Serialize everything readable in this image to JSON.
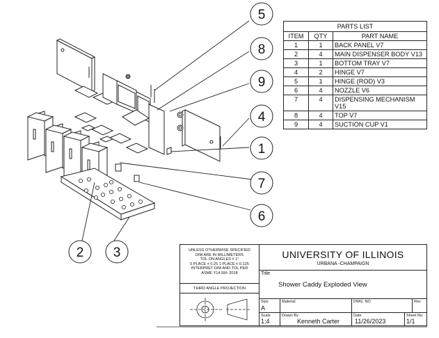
{
  "callouts": [
    "1",
    "2",
    "3",
    "4",
    "5",
    "6",
    "7",
    "8",
    "9"
  ],
  "parts_list": {
    "title": "PARTS LIST",
    "headers": [
      "ITEM",
      "QTY",
      "PART NAME"
    ],
    "rows": [
      [
        "1",
        "1",
        "BACK PANEL V7"
      ],
      [
        "2",
        "4",
        "MAIN DISPENSER BODY V13"
      ],
      [
        "3",
        "1",
        "BOTTOM TRAY V7"
      ],
      [
        "4",
        "2",
        "HINGE V7"
      ],
      [
        "5",
        "1",
        "HINGE (ROD) V3"
      ],
      [
        "6",
        "4",
        "NOZZLE V6"
      ],
      [
        "7",
        "4",
        "DISPENSING MECHANISM V15"
      ],
      [
        "8",
        "4",
        "TOP V7"
      ],
      [
        "9",
        "4",
        "SUCTION CUP V1"
      ]
    ]
  },
  "title_block": {
    "notes": [
      "UNLESS OTHERWISE SPECIFIED",
      "DIM ARE IN MILLIMETERS",
      "TOL ON ANGLES ± 1°",
      "0 PLACE ± 0.25 1 PLACE ± 0.125",
      "INTERPRET DIM AND TOL PER",
      "ASME Y14.5M- 2018"
    ],
    "projection": "THIRD ANGLE PROJECTION",
    "university": "UNIVERSITY OF ILLINOIS",
    "campus": "URBANA -CHAMPAIGN",
    "title_label": "Title",
    "title": "Shower Caddy Exploded View",
    "size_label": "Size",
    "size": "A",
    "material_label": "Material",
    "dwg_label": "DWG. NO",
    "rev_label": "Rev",
    "scale_label": "Scale",
    "scale": "1:4",
    "drawn_label": "Drawn By",
    "drawn_by": "Kenneth Carter",
    "date_label": "Date",
    "date": "11/26/2023",
    "sheet_label": "Sheet No.",
    "sheet": "1/1"
  }
}
